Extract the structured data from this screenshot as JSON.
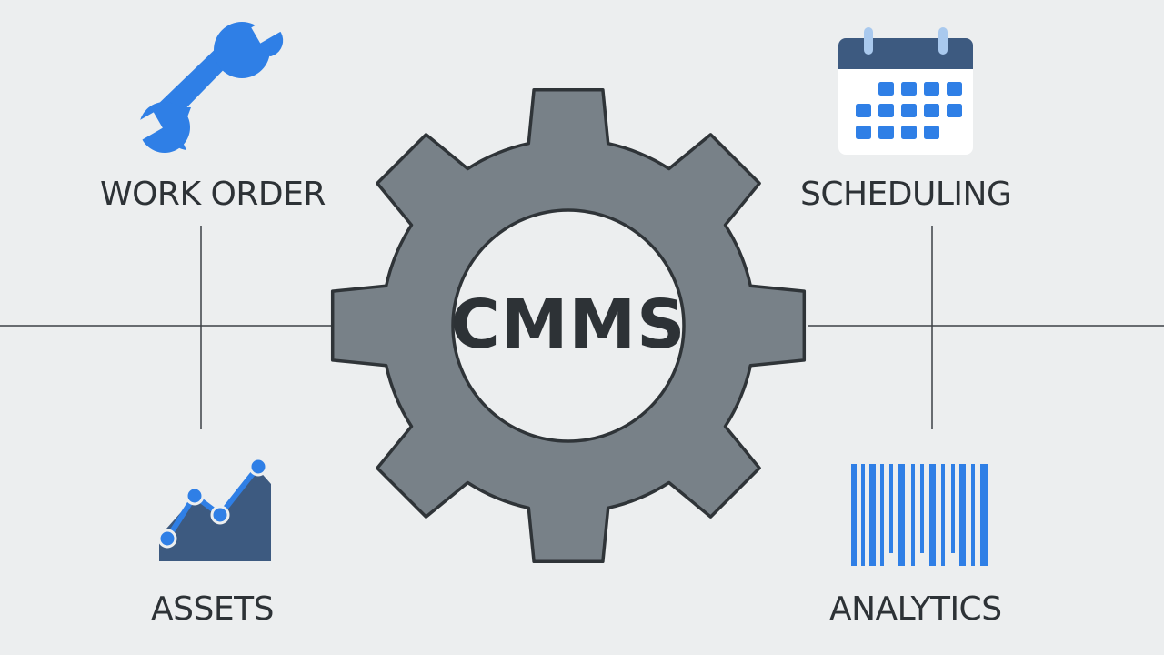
{
  "center": {
    "label": "CMMS"
  },
  "nodes": {
    "work_order": {
      "label": "WORK ORDER",
      "icon": "wrench-icon"
    },
    "scheduling": {
      "label": "SCHEDULING",
      "icon": "calendar-icon"
    },
    "assets": {
      "label": "ASSETS",
      "icon": "line-chart-icon"
    },
    "analytics": {
      "label": "ANALYTICS",
      "icon": "barcode-icon"
    }
  },
  "colors": {
    "background": "#eceeef",
    "gear_fill": "#788188",
    "gear_outline": "#2f3438",
    "gear_hub": "#eceeef",
    "text": "#2d3236",
    "line": "#3c4146",
    "accent_blue": "#2f7fe6",
    "navy": "#3d5a80",
    "calendar_header": "#3d5a80",
    "calendar_body": "#ffffff",
    "calendar_ring": "#a9c9ee"
  }
}
